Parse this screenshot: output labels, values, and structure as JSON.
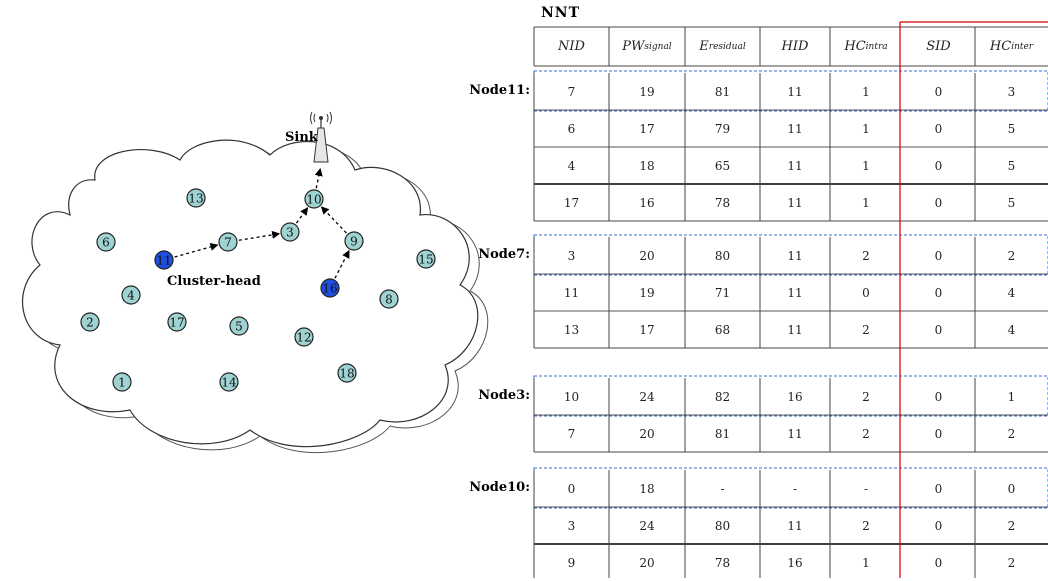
{
  "network": {
    "sink_label": "Sink",
    "cluster_head_label": "Cluster-head",
    "nodes": [
      {
        "id": "1"
      },
      {
        "id": "2"
      },
      {
        "id": "3"
      },
      {
        "id": "4"
      },
      {
        "id": "5"
      },
      {
        "id": "6"
      },
      {
        "id": "7"
      },
      {
        "id": "8"
      },
      {
        "id": "9"
      },
      {
        "id": "10"
      },
      {
        "id": "11",
        "highlighted": true
      },
      {
        "id": "12"
      },
      {
        "id": "13"
      },
      {
        "id": "14"
      },
      {
        "id": "15"
      },
      {
        "id": "16",
        "highlighted": true
      },
      {
        "id": "17"
      },
      {
        "id": "18"
      }
    ],
    "route_a": [
      "11",
      "7",
      "3",
      "10",
      "Sink"
    ],
    "route_b": [
      "16",
      "9",
      "10"
    ],
    "colors": {
      "node": "#9fd3d3",
      "highlight": "#1f4fe0",
      "cloud": "#ffffff",
      "group_box": "#3a6bd6",
      "divider": "#d00000"
    }
  },
  "table": {
    "title": "NNT",
    "headers": [
      {
        "main": "NID",
        "sub": ""
      },
      {
        "main": "PW",
        "sub": "signal"
      },
      {
        "main": "E",
        "sub": "residual"
      },
      {
        "main": "HID",
        "sub": ""
      },
      {
        "main": "HC",
        "sub": "intra"
      },
      {
        "main": "SID",
        "sub": ""
      },
      {
        "main": "HC",
        "sub": "inter"
      }
    ],
    "groups": [
      {
        "label": "Node11:",
        "rows": [
          [
            "7",
            "19",
            "81",
            "11",
            "1",
            "0",
            "3"
          ],
          [
            "6",
            "17",
            "79",
            "11",
            "1",
            "0",
            "5"
          ],
          [
            "4",
            "18",
            "65",
            "11",
            "1",
            "0",
            "5"
          ],
          [
            "17",
            "16",
            "78",
            "11",
            "1",
            "0",
            "5"
          ]
        ]
      },
      {
        "label": "Node7:",
        "rows": [
          [
            "3",
            "20",
            "80",
            "11",
            "2",
            "0",
            "2"
          ],
          [
            "11",
            "19",
            "71",
            "11",
            "0",
            "0",
            "4"
          ],
          [
            "13",
            "17",
            "68",
            "11",
            "2",
            "0",
            "4"
          ]
        ]
      },
      {
        "label": "Node3:",
        "rows": [
          [
            "10",
            "24",
            "82",
            "16",
            "2",
            "0",
            "1"
          ],
          [
            "7",
            "20",
            "81",
            "11",
            "2",
            "0",
            "2"
          ]
        ]
      },
      {
        "label": "Node10:",
        "rows": [
          [
            "0",
            "18",
            "-",
            "-",
            "-",
            "0",
            "0"
          ],
          [
            "3",
            "24",
            "80",
            "11",
            "2",
            "0",
            "2"
          ],
          [
            "9",
            "20",
            "78",
            "16",
            "1",
            "0",
            "2"
          ]
        ]
      }
    ]
  }
}
